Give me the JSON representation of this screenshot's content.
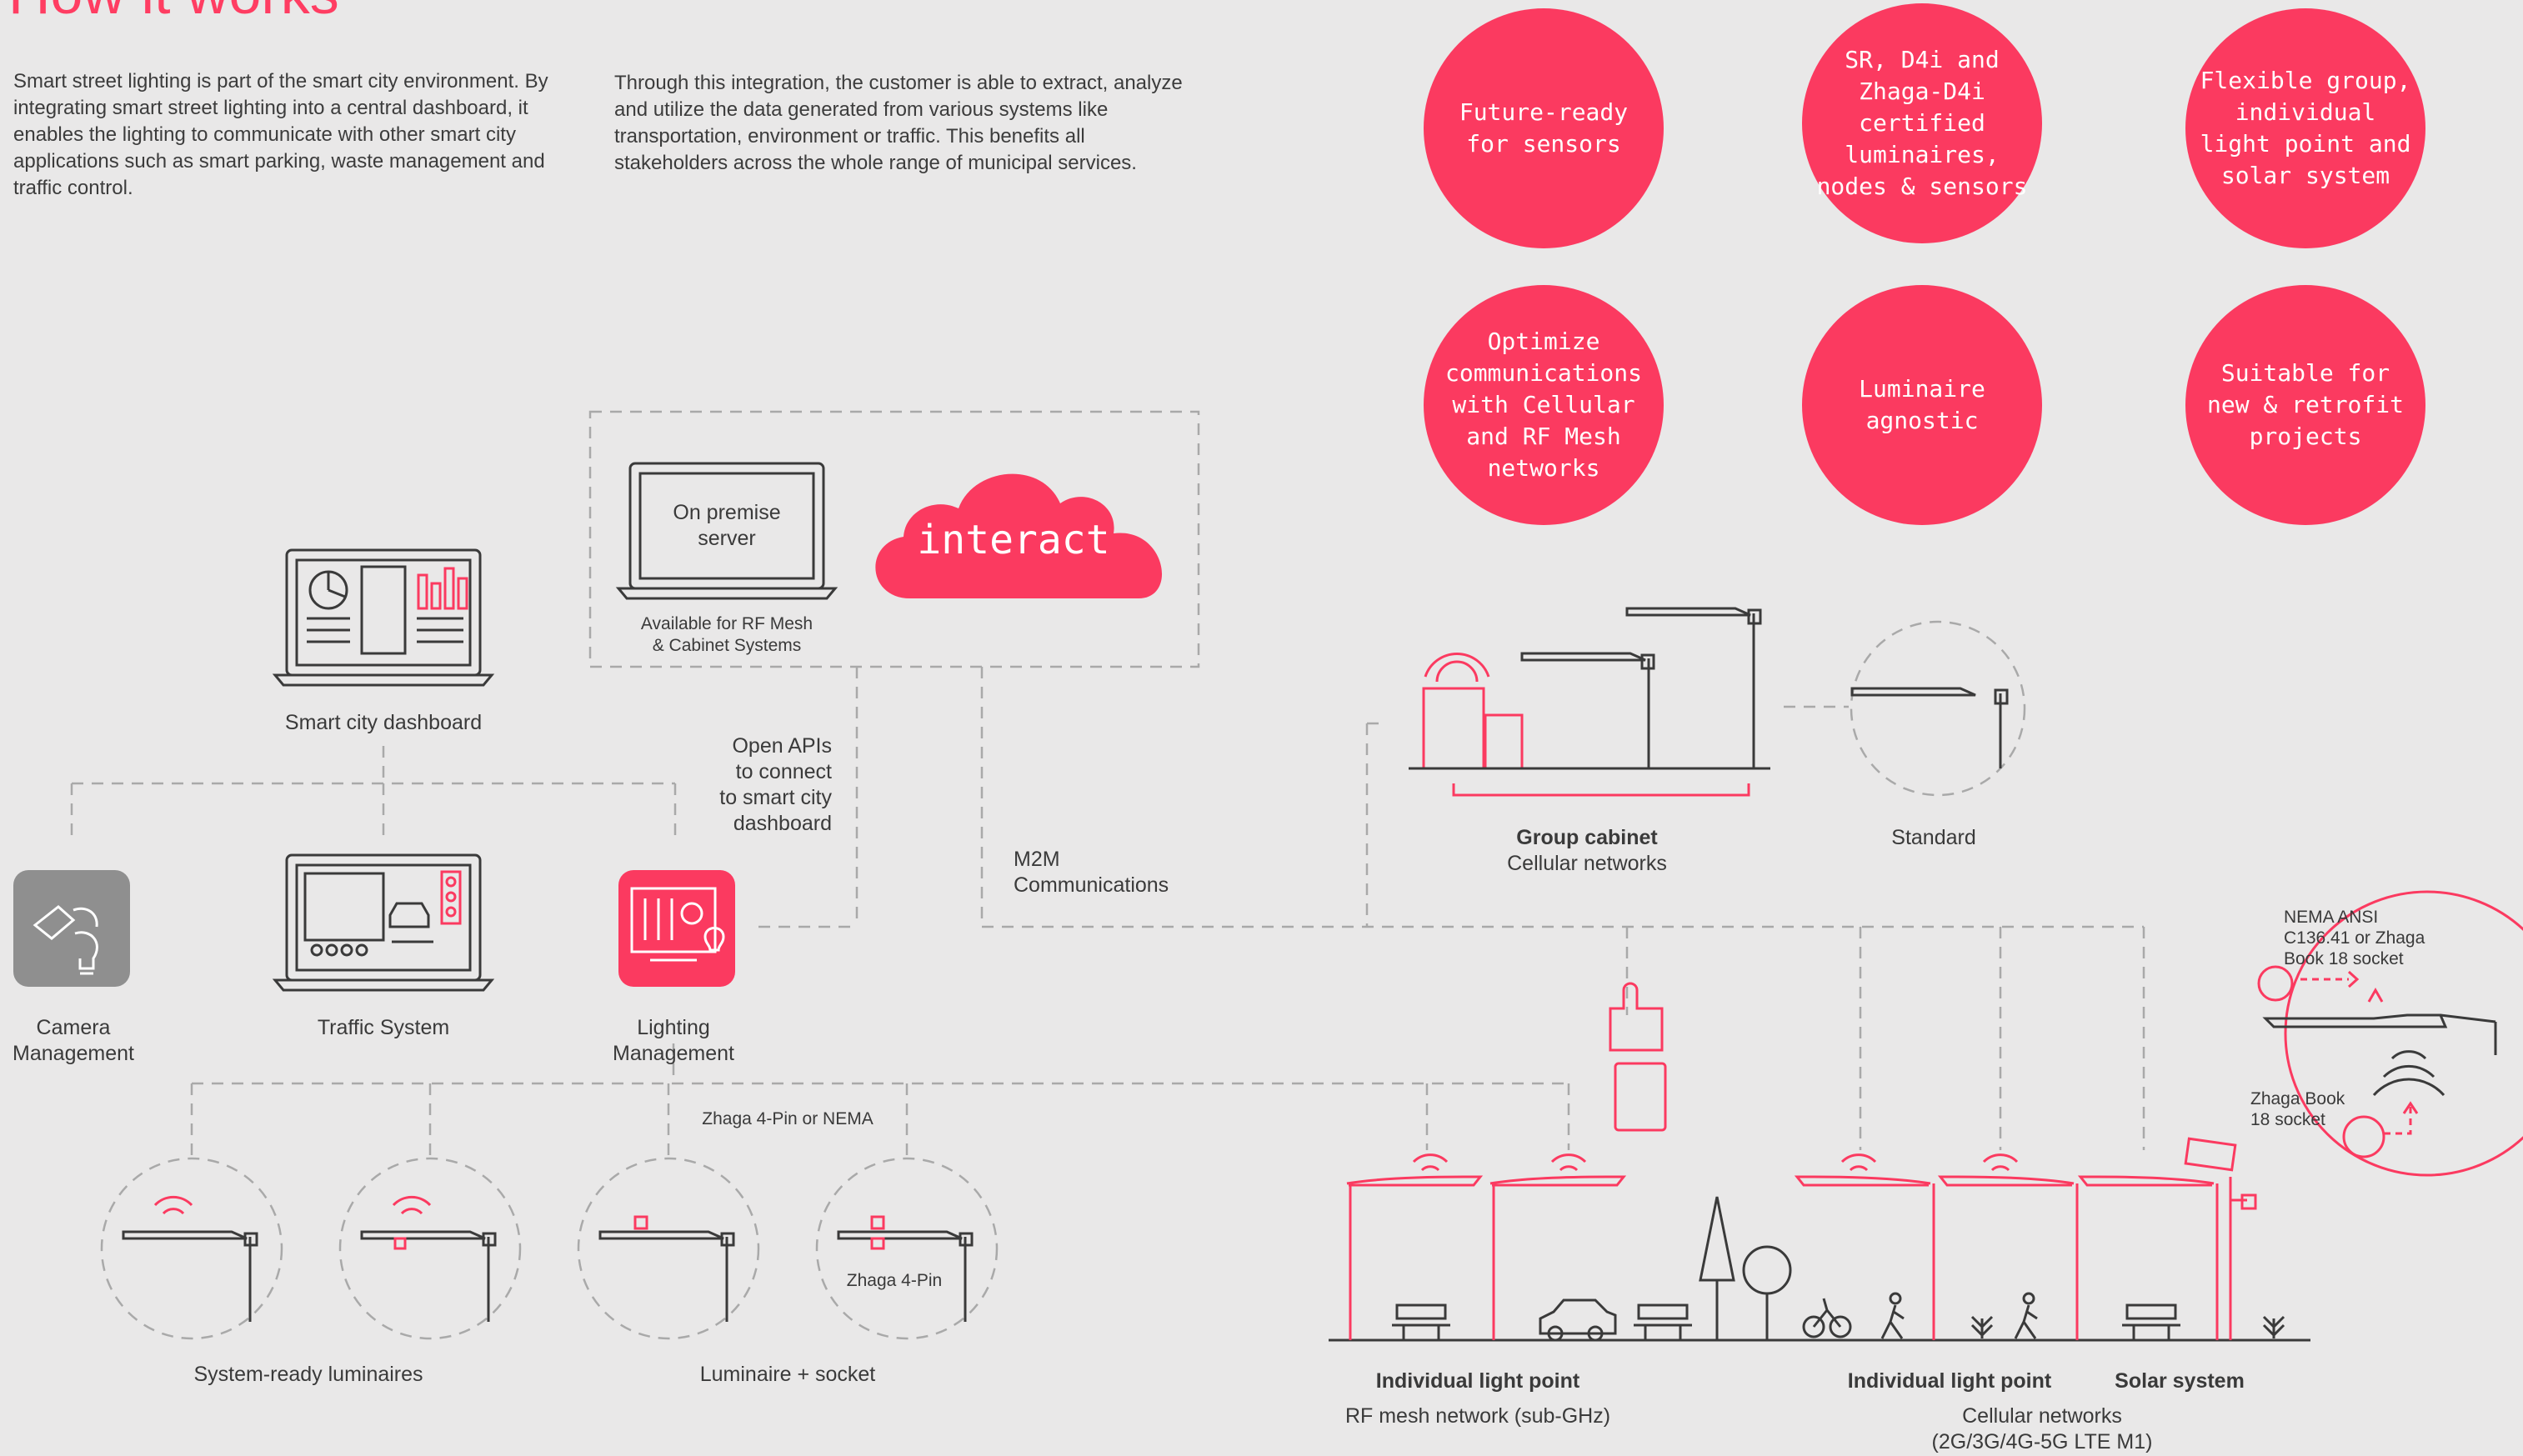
{
  "title": "How it works",
  "intro": {
    "para1": "Smart street lighting is part of the smart city environment. By integrating smart street lighting into a central dashboard, it enables the lighting to communicate with other smart city applications such as smart parking, waste management and traffic control.",
    "para2": "Through this integration, the customer is able to extract, analyze and utilize the data generated from various systems like transportation, environment or traffic. This benefits all stakeholders across the whole range of municipal services."
  },
  "features": [
    "Future-ready for sensors",
    "SR, D4i and Zhaga-D4i certified luminaires, nodes & sensors",
    "Flexible group, individual light point and solar system",
    "Optimize communications with Cellular and RF Mesh networks",
    "Luminaire agnostic",
    "Suitable for new & retrofit projects"
  ],
  "server": {
    "label": "On premise server",
    "note_line1": "Available for RF Mesh",
    "note_line2": "& Cabinet Systems",
    "cloud_label": "interact"
  },
  "labels": {
    "dashboard": "Smart city dashboard",
    "open_apis": [
      "Open APIs",
      "to connect",
      "to smart city",
      "dashboard"
    ],
    "m2m": [
      "M2M",
      "Communications"
    ],
    "camera": [
      "Camera",
      "Management"
    ],
    "traffic": "Traffic System",
    "lighting": [
      "Lighting",
      "Management"
    ],
    "zhaga_nema": "Zhaga 4-Pin or NEMA",
    "zhaga_4pin": "Zhaga 4-Pin",
    "system_ready": "System-ready luminaires",
    "luminaire_socket": "Luminaire + socket",
    "group_cabinet": "Group cabinet",
    "group_cabinet_sub": "Cellular networks",
    "standard": "Standard",
    "nema_note": [
      "NEMA ANSI",
      "C136.41 or Zhaga",
      "Book 18 socket"
    ],
    "zhaga_book": [
      "Zhaga Book",
      "18 socket"
    ],
    "ilp1": "Individual light point",
    "ilp1_sub": "RF mesh network (sub-GHz)",
    "ilp2": "Individual light point",
    "solar": "Solar system",
    "cellular_sub": [
      "Cellular networks",
      "(2G/3G/4G-5G LTE M1)"
    ]
  },
  "colors": {
    "accent": "#fb3a60",
    "background": "#e9e8e8",
    "line": "#3a3a3a",
    "dash": "#a9a9a9",
    "camera_tile": "#8f8f8f"
  }
}
